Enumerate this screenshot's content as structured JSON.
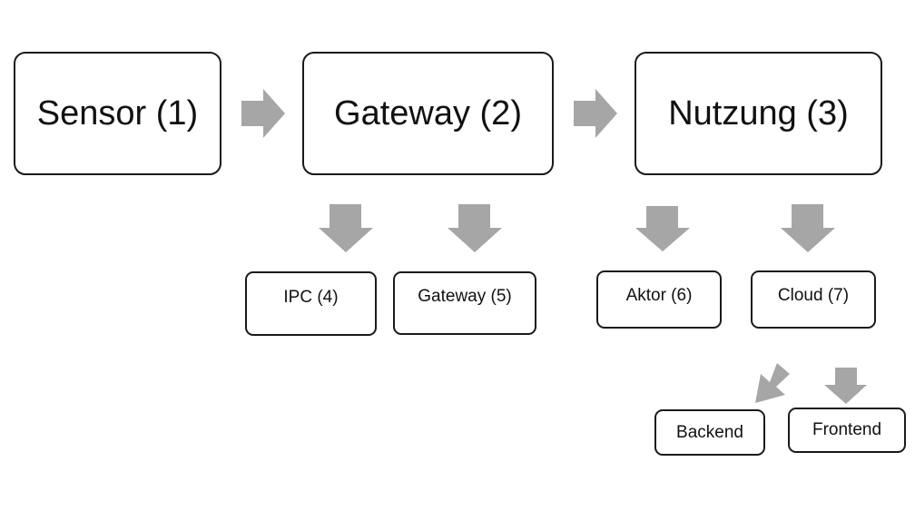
{
  "diagram": {
    "nodes": {
      "sensor": "Sensor (1)",
      "gateway": "Gateway (2)",
      "nutzung": "Nutzung (3)",
      "ipc": "IPC (4)",
      "gateway_sub": "Gateway (5)",
      "aktor": "Aktor (6)",
      "cloud": "Cloud (7)",
      "backend": "Backend",
      "frontend": "Frontend"
    },
    "arrow_color": "#a6a6a6",
    "border_color": "#1a1a1a"
  }
}
